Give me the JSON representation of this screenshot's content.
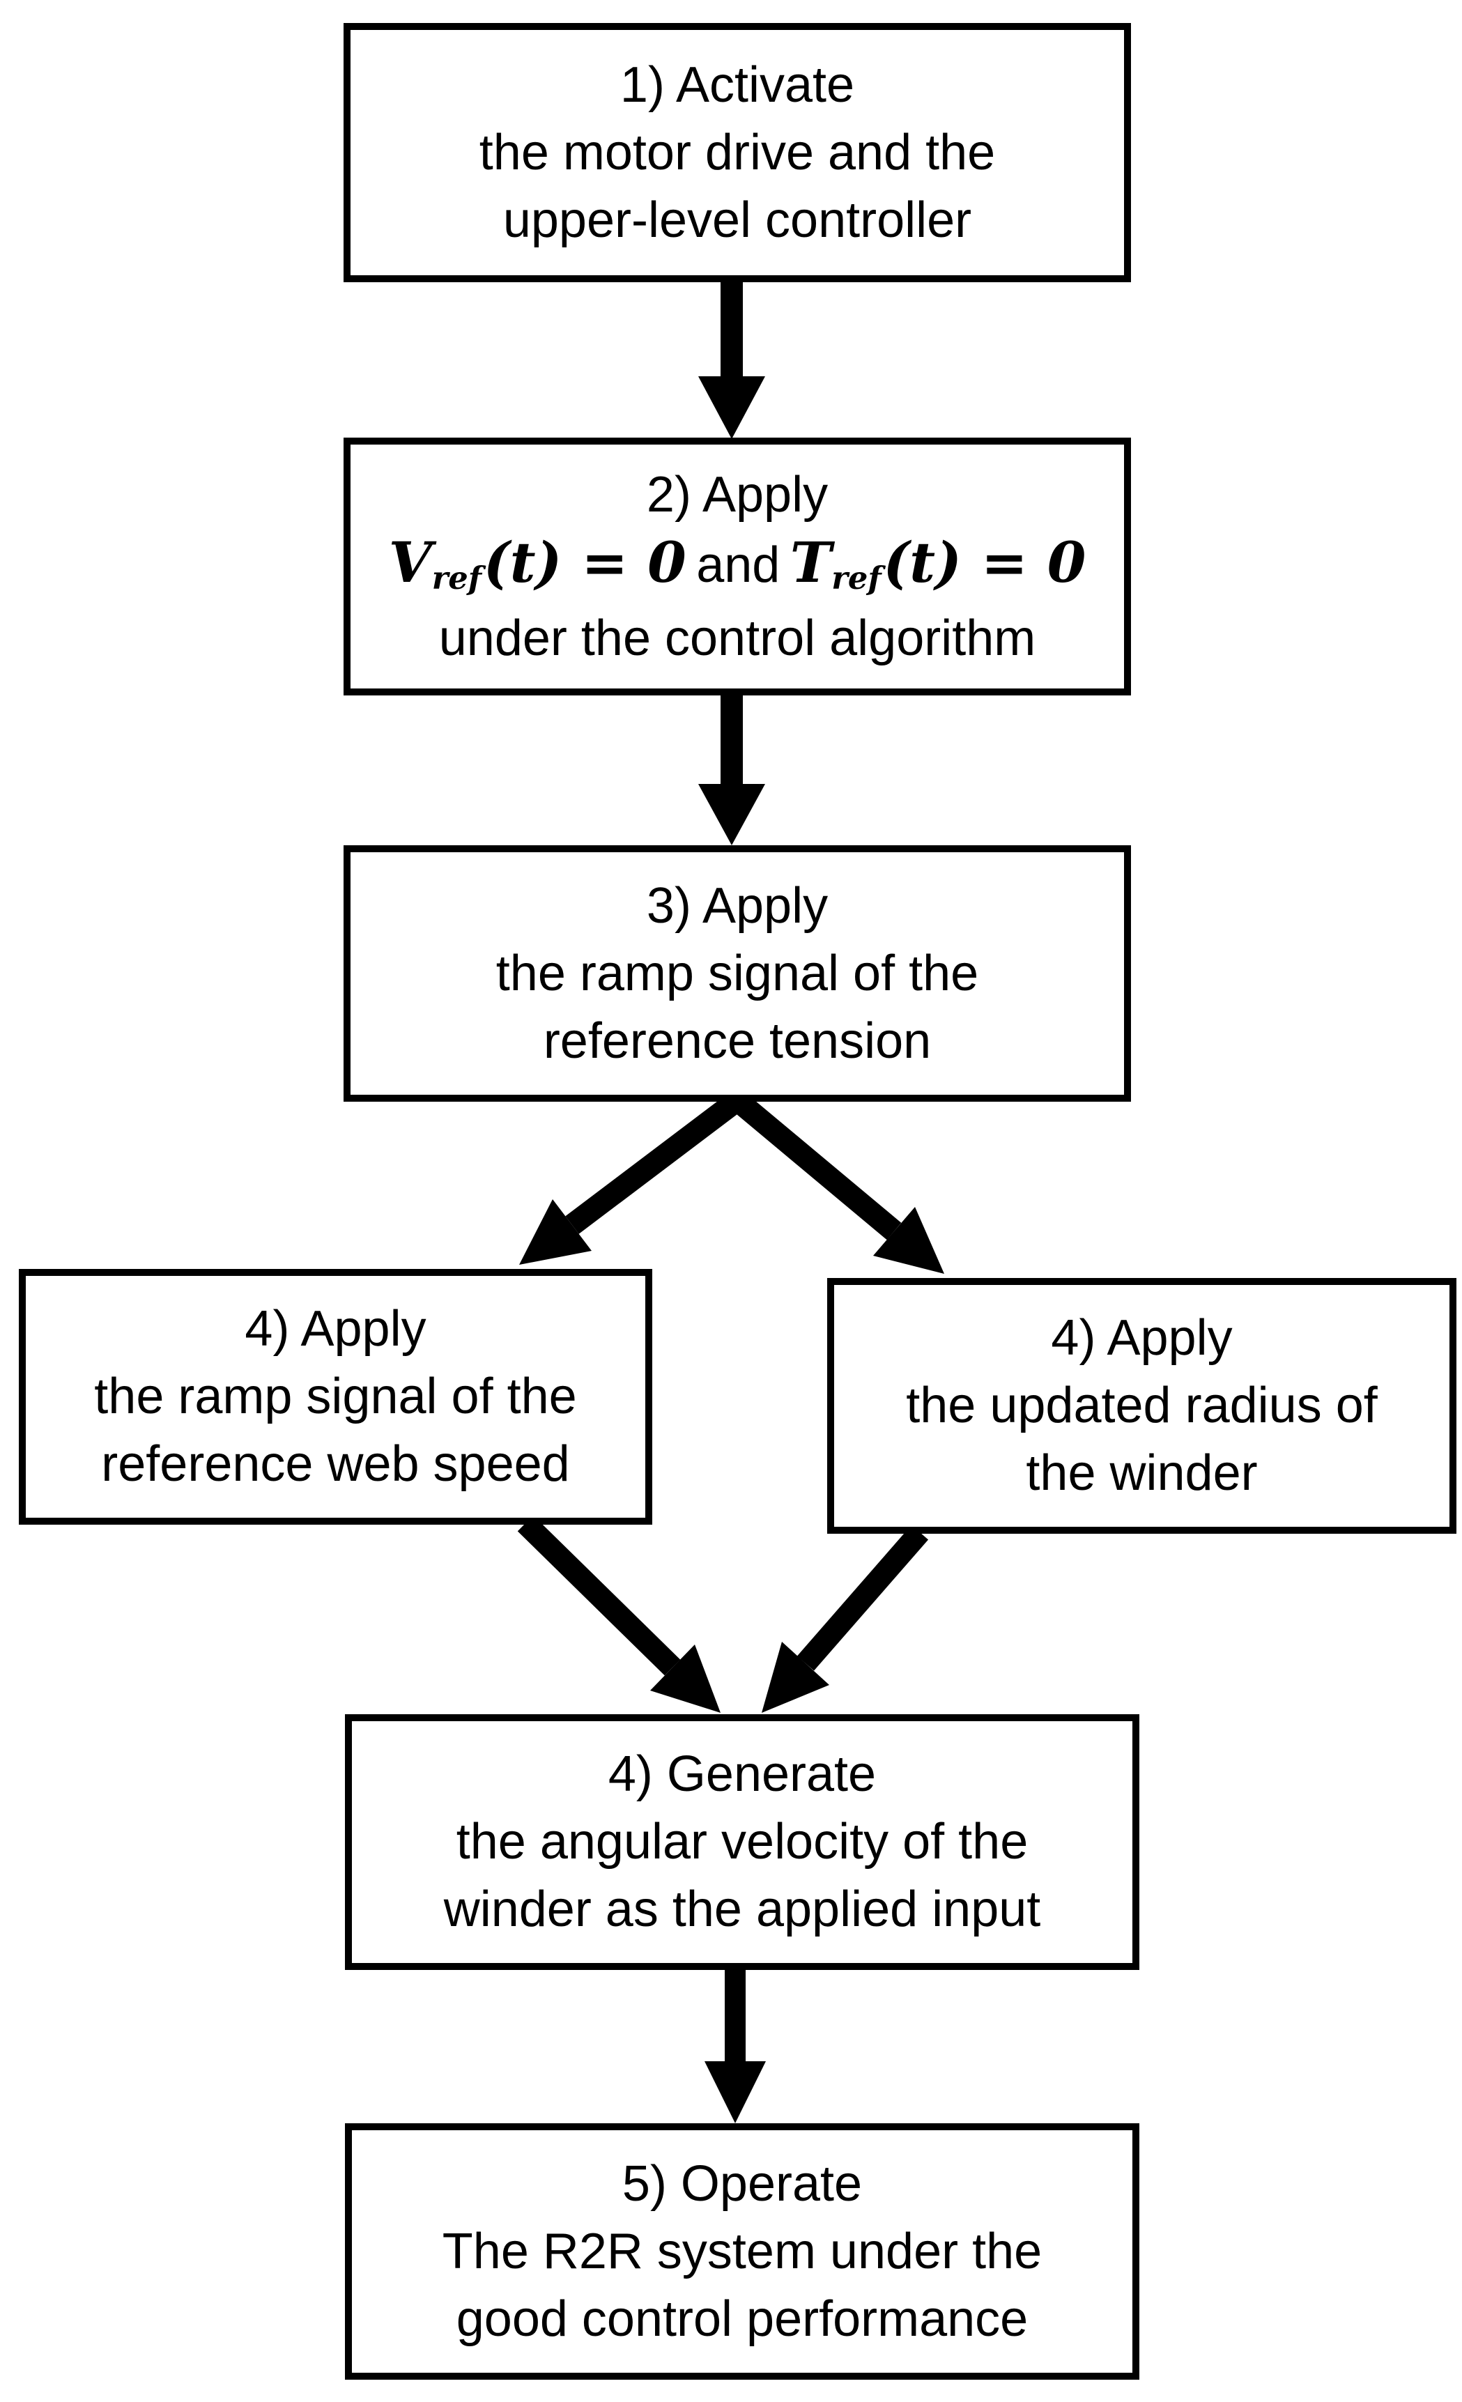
{
  "diagram": {
    "type": "flowchart",
    "colors": {
      "background": "#ffffff",
      "foreground": "#000000"
    },
    "boxes": [
      {
        "id": "step1",
        "lines": [
          "1) Activate",
          "the motor drive and the",
          "upper-level controller"
        ]
      },
      {
        "id": "step2",
        "line1": "2) Apply",
        "formula": {
          "v_name": "V",
          "v_sub": "ref",
          "v_expr": "(t) = 0",
          "conjunction": "and",
          "t_name": "T",
          "t_sub": "ref",
          "t_expr": "(t) = 0"
        },
        "line3": "under the control algorithm"
      },
      {
        "id": "step3",
        "lines": [
          "3) Apply",
          "the ramp signal of the",
          "reference tension"
        ]
      },
      {
        "id": "step4a",
        "lines": [
          "4) Apply",
          "the ramp signal of the",
          "reference web speed"
        ]
      },
      {
        "id": "step4b",
        "lines": [
          "4) Apply",
          "the updated radius of",
          "the winder"
        ]
      },
      {
        "id": "step4c",
        "lines": [
          "4) Generate",
          "the angular velocity of the",
          "winder as the applied input"
        ]
      },
      {
        "id": "step5",
        "lines": [
          "5) Operate",
          "The R2R system under the",
          "good control performance"
        ]
      }
    ],
    "arrows": [
      {
        "name": "arrow-step1-to-step2",
        "type": "straight-down"
      },
      {
        "name": "arrow-step2-to-step3",
        "type": "straight-down"
      },
      {
        "name": "arrow-step3-to-step4a",
        "type": "diagonal-down-left"
      },
      {
        "name": "arrow-step3-to-step4b",
        "type": "diagonal-down-right"
      },
      {
        "name": "arrow-step4a-to-step4c",
        "type": "diagonal-down-right"
      },
      {
        "name": "arrow-step4b-to-step4c",
        "type": "diagonal-down-left"
      },
      {
        "name": "arrow-step4c-to-step5",
        "type": "straight-down"
      }
    ]
  }
}
